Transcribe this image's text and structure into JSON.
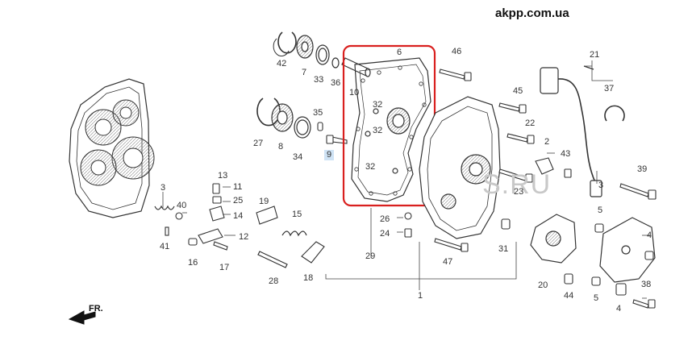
{
  "site_label": "akpp.com.ua",
  "watermark": "S.RU",
  "front_arrow_label": "FR.",
  "highlight_color": "#d9201f",
  "part_numbers": [
    {
      "id": "p42",
      "text": "42"
    },
    {
      "id": "p7",
      "text": "7"
    },
    {
      "id": "p33",
      "text": "33"
    },
    {
      "id": "p36",
      "text": "36"
    },
    {
      "id": "p10",
      "text": "10"
    },
    {
      "id": "p6",
      "text": "6"
    },
    {
      "id": "p46",
      "text": "46"
    },
    {
      "id": "p21",
      "text": "21"
    },
    {
      "id": "p37",
      "text": "37"
    },
    {
      "id": "p45",
      "text": "45"
    },
    {
      "id": "p32a",
      "text": "32"
    },
    {
      "id": "p32b",
      "text": "32"
    },
    {
      "id": "p32c",
      "text": "32"
    },
    {
      "id": "p35",
      "text": "35"
    },
    {
      "id": "p22",
      "text": "22"
    },
    {
      "id": "p27",
      "text": "27"
    },
    {
      "id": "p8",
      "text": "8"
    },
    {
      "id": "p34",
      "text": "34"
    },
    {
      "id": "p9",
      "text": "9"
    },
    {
      "id": "p2",
      "text": "2"
    },
    {
      "id": "p43",
      "text": "43"
    },
    {
      "id": "p39",
      "text": "39"
    },
    {
      "id": "p3a",
      "text": "3"
    },
    {
      "id": "p11",
      "text": "11"
    },
    {
      "id": "p25",
      "text": "25"
    },
    {
      "id": "p14",
      "text": "14"
    },
    {
      "id": "p19",
      "text": "19"
    },
    {
      "id": "p15",
      "text": "15"
    },
    {
      "id": "p23",
      "text": "23"
    },
    {
      "id": "p3b",
      "text": "3"
    },
    {
      "id": "p40",
      "text": "40"
    },
    {
      "id": "p26",
      "text": "26"
    },
    {
      "id": "p24",
      "text": "24"
    },
    {
      "id": "p5a",
      "text": "5"
    },
    {
      "id": "p12",
      "text": "12"
    },
    {
      "id": "p41",
      "text": "41"
    },
    {
      "id": "p16",
      "text": "16"
    },
    {
      "id": "p17",
      "text": "17"
    },
    {
      "id": "p29",
      "text": "29"
    },
    {
      "id": "p31",
      "text": "31"
    },
    {
      "id": "p47",
      "text": "47"
    },
    {
      "id": "p4a",
      "text": "4"
    },
    {
      "id": "p28",
      "text": "28"
    },
    {
      "id": "p18",
      "text": "18"
    },
    {
      "id": "p1",
      "text": "1"
    },
    {
      "id": "p20",
      "text": "20"
    },
    {
      "id": "p44",
      "text": "44"
    },
    {
      "id": "p5b",
      "text": "5"
    },
    {
      "id": "p38",
      "text": "38"
    },
    {
      "id": "p4b",
      "text": "4"
    },
    {
      "id": "p13",
      "text": "13"
    }
  ]
}
